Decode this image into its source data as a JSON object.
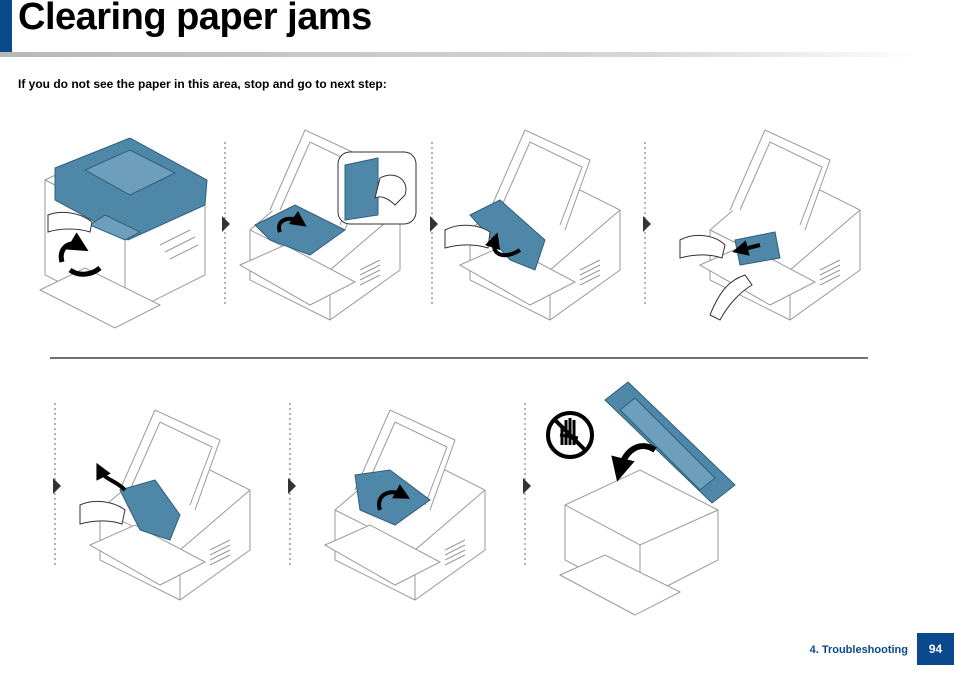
{
  "header": {
    "title": "Clearing paper jams",
    "accent_color": "#0a4a8c"
  },
  "instruction": "If you do not see the paper in this area, stop and go to next step:",
  "steps": [
    {
      "icon": "open-scanner-lid-icon"
    },
    {
      "icon": "open-inner-cover-icon"
    },
    {
      "icon": "remove-toner-cartridge-icon"
    },
    {
      "icon": "pull-jammed-paper-icon"
    },
    {
      "icon": "insert-toner-cartridge-icon"
    },
    {
      "icon": "close-inner-cover-icon"
    },
    {
      "icon": "close-scanner-lid-icon"
    }
  ],
  "warning_icon": "no-hand-icon",
  "footer": {
    "section": "4. Troubleshooting",
    "page": "94"
  },
  "colors": {
    "part_highlight": "#4f87a8",
    "outline": "#9a9a9a",
    "arrow": "#000000"
  }
}
